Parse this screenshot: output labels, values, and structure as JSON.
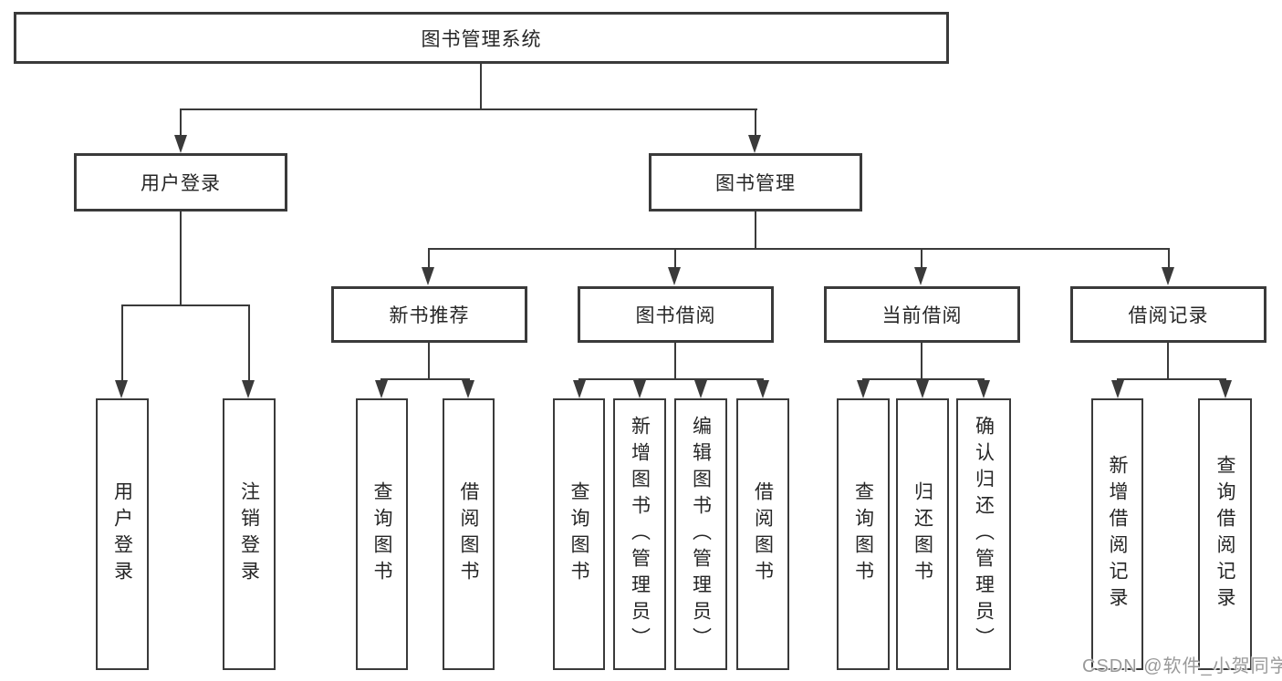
{
  "diagram": {
    "root": {
      "label": "图书管理系统"
    },
    "level2": [
      {
        "label": "用户登录"
      },
      {
        "label": "图书管理"
      }
    ],
    "level3": [
      {
        "label": "新书推荐"
      },
      {
        "label": "图书借阅"
      },
      {
        "label": "当前借阅"
      },
      {
        "label": "借阅记录"
      }
    ],
    "leaves": [
      {
        "label": "用户登录"
      },
      {
        "label": "注销登录"
      },
      {
        "label": "查询图书"
      },
      {
        "label": "借阅图书"
      },
      {
        "label": "查询图书"
      },
      {
        "label": "新增图书（管理员）"
      },
      {
        "label": "编辑图书（管理员）"
      },
      {
        "label": "借阅图书"
      },
      {
        "label": "查询图书"
      },
      {
        "label": "归还图书"
      },
      {
        "label": "确认归还（管理员）"
      },
      {
        "label": "新增借阅记录"
      },
      {
        "label": "查询借阅记录"
      }
    ]
  },
  "watermark": {
    "text": "CSDN @软件_小贺同学"
  },
  "colors": {
    "line": "#3a3a3a",
    "text": "#262626",
    "background": "#ffffff",
    "watermark": "#9a9a9a"
  }
}
